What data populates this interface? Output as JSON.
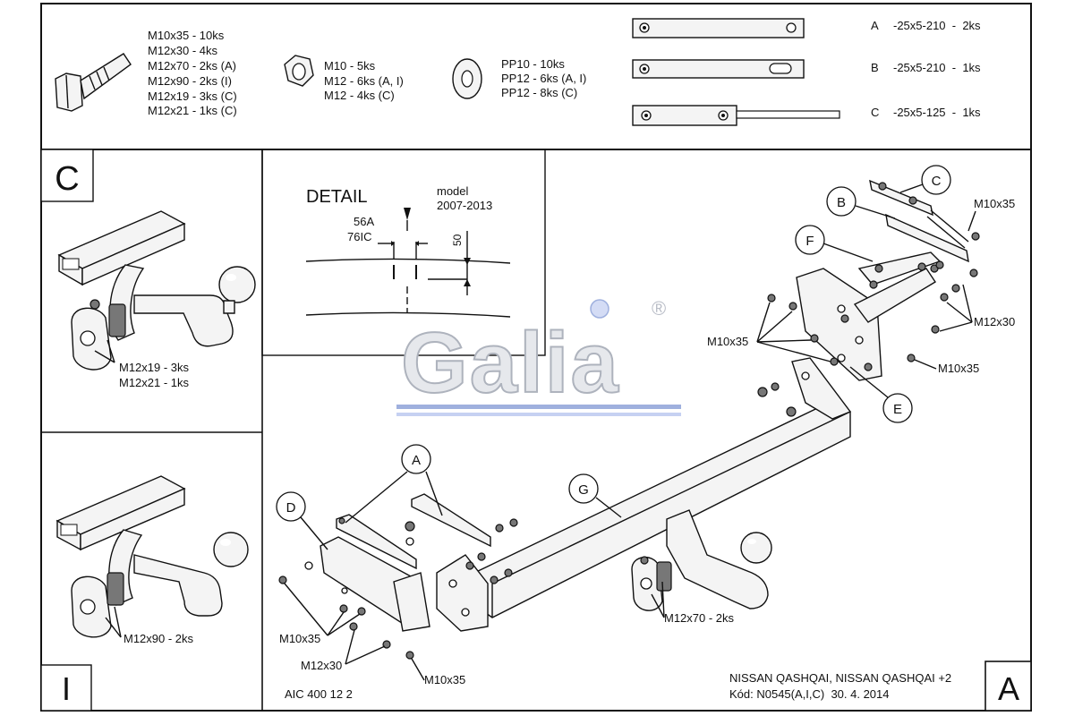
{
  "fasteners": {
    "bolts": [
      "M10x35 - 10ks",
      "M12x30 - 4ks",
      "M12x70 - 2ks (A)",
      "M12x90 - 2ks (I)",
      "M12x19 - 3ks (C)",
      "M12x21 - 1ks (C)"
    ],
    "nuts": [
      "M10 - 5ks",
      "M12 - 6ks (A, I)",
      "M12 - 4ks (C)"
    ],
    "washers": [
      "PP10 - 10ks",
      "PP12 - 6ks (A, I)",
      "PP12 - 8ks (C)"
    ]
  },
  "plates": [
    {
      "letter": "A",
      "spec": "-25x5-210  -  2ks"
    },
    {
      "letter": "B",
      "spec": "-25x5-210  -  1ks"
    },
    {
      "letter": "C",
      "spec": "-25x5-125  -  1ks"
    }
  ],
  "panel_c": {
    "letter": "C",
    "labels": [
      "M12x19 - 3ks",
      "M12x21 - 1ks"
    ]
  },
  "panel_i": {
    "letter": "I",
    "labels": [
      "M12x90 - 2ks"
    ]
  },
  "detail": {
    "title": "DETAIL",
    "model": "model",
    "years": "2007-2013",
    "codes": [
      "56A",
      "76IC"
    ],
    "dimension": "50"
  },
  "brand": {
    "name": "Galia",
    "registered": "®"
  },
  "callouts": {
    "a": "A",
    "b": "B",
    "c": "C",
    "d": "D",
    "e": "E",
    "f": "F",
    "g": "G"
  },
  "main_labels": {
    "m10x35_top": "M10x35",
    "m12x30_right": "M12x30",
    "m10x35_left": "M10x35",
    "m10x35_right": "M10x35",
    "m12x70": "M12x70 - 2ks",
    "m10x35_bl": "M10x35",
    "m12x30_bl": "M12x30",
    "m10x35_bottom": "M10x35"
  },
  "footer": {
    "code": "AIC 400 12 2",
    "vehicle": "NISSAN QASHQAI, NISSAN QASHQAI +2",
    "kod": "Kód: N0545(A,I,C)  30. 4. 2014",
    "corner_letter": "A"
  },
  "colors": {
    "line": "#111111",
    "logo_silver": "#c9ccd3",
    "logo_blue": "#9fb0de",
    "logo_dot": "#c6d1f2"
  }
}
